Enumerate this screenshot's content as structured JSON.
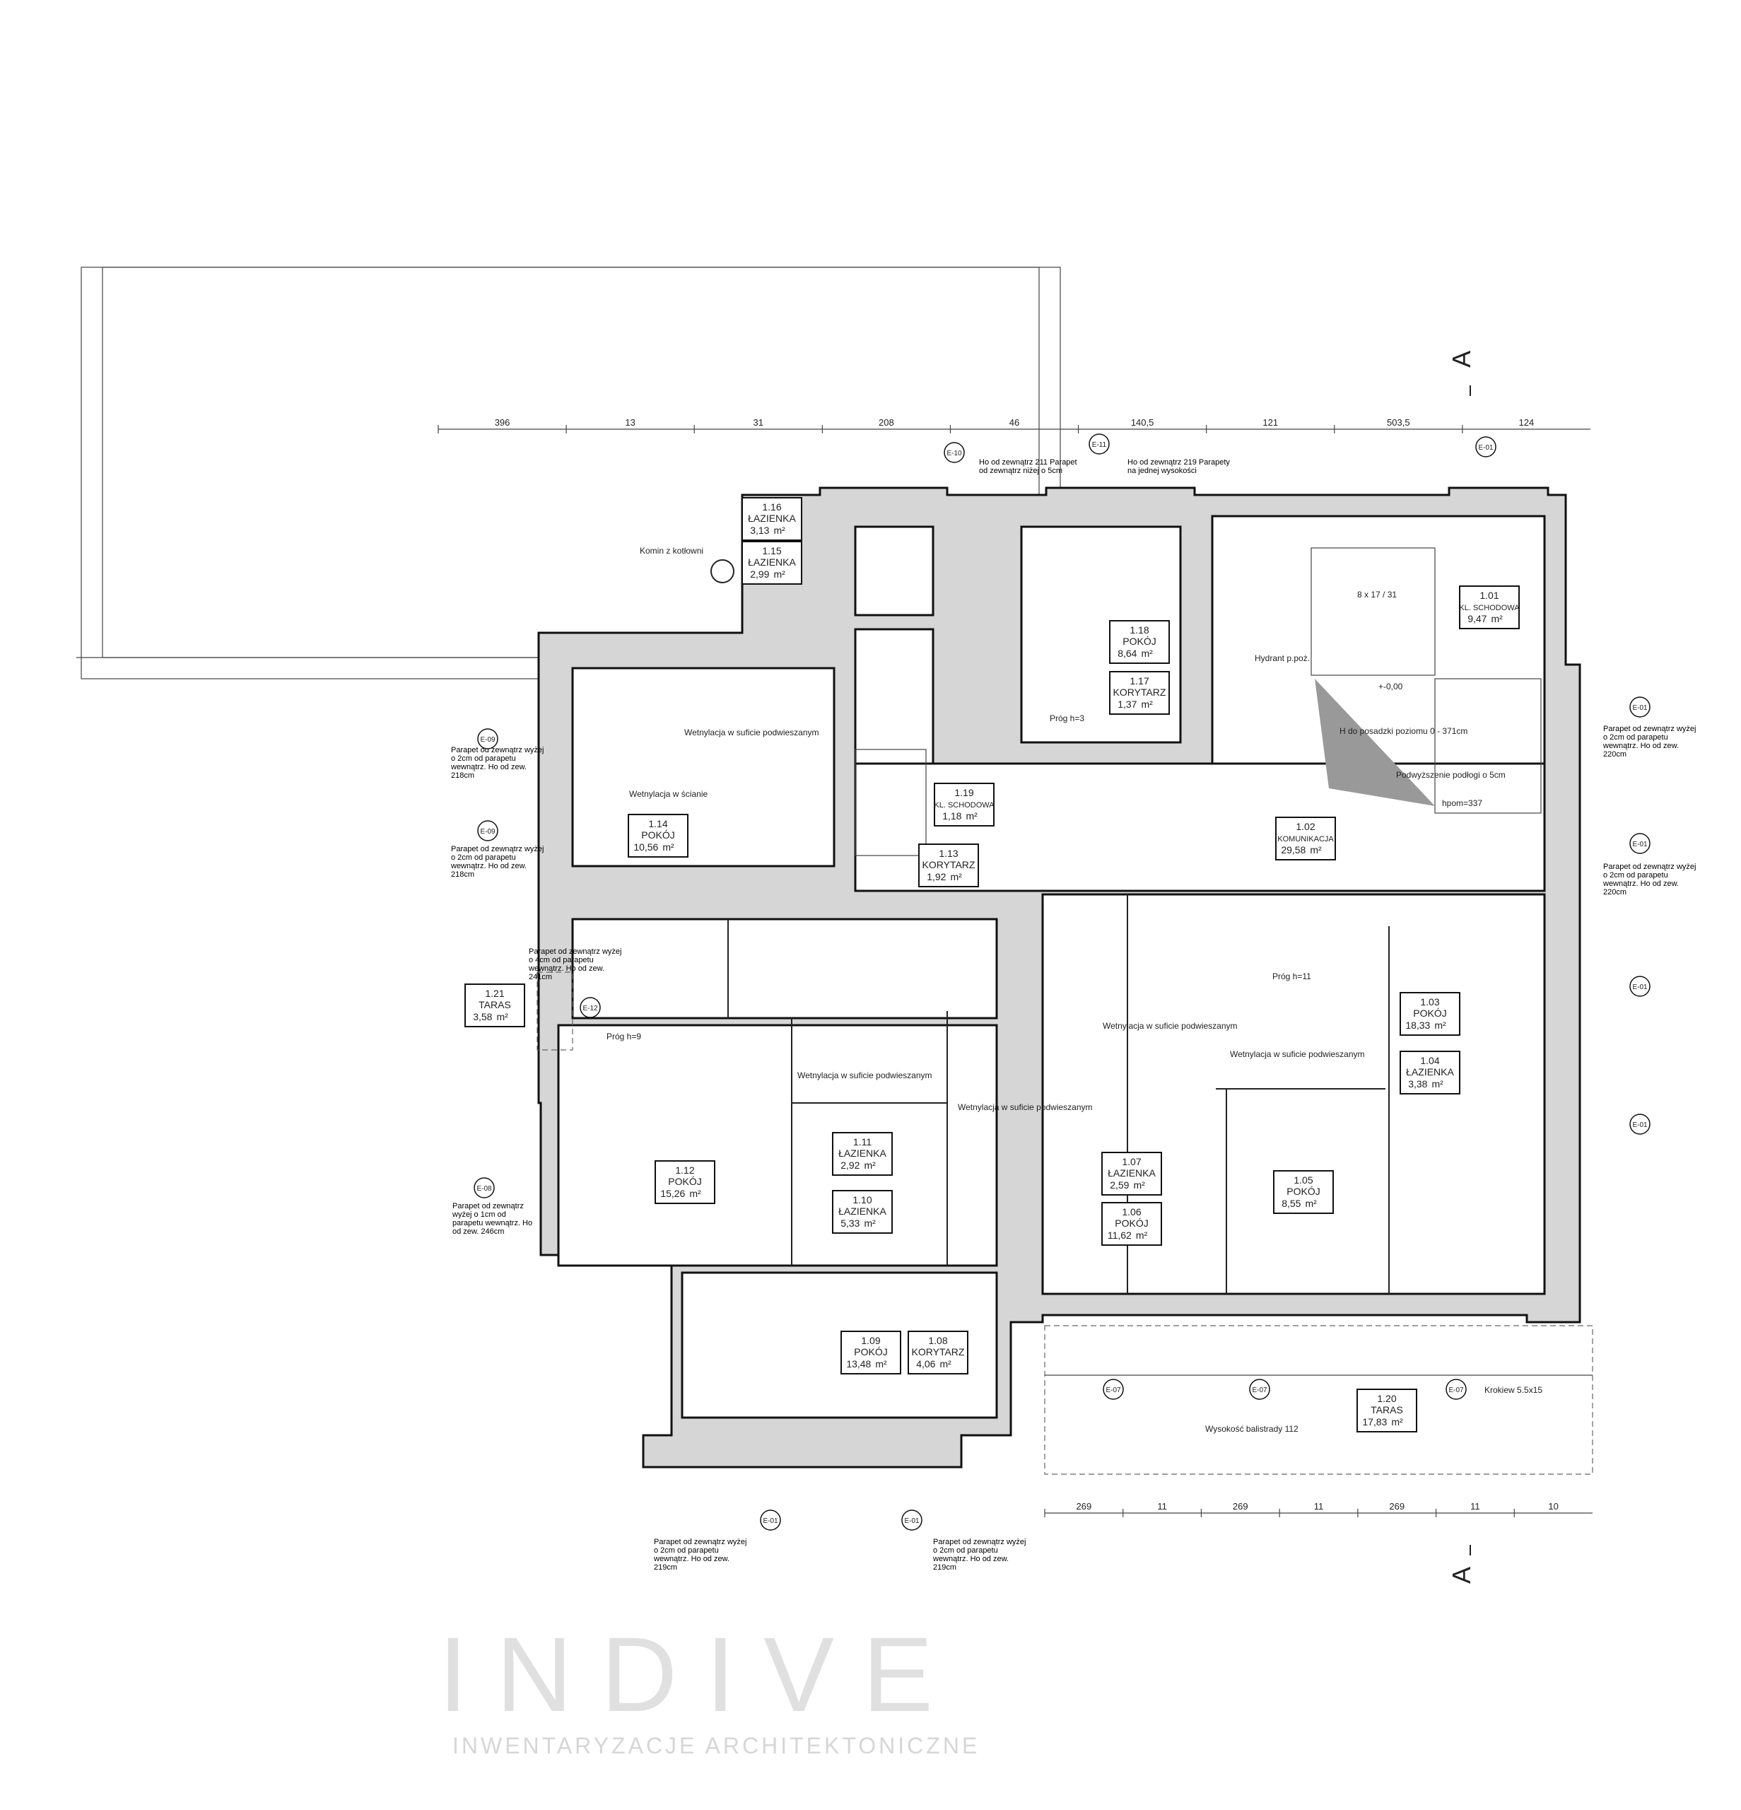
{
  "rooms": [
    {
      "id": "1.16",
      "name": "ŁAZIENKA",
      "area": "3,13",
      "unit": "m²"
    },
    {
      "id": "1.15",
      "name": "ŁAZIENKA",
      "area": "2,99",
      "unit": "m²"
    },
    {
      "id": "1.18",
      "name": "POKÓJ",
      "area": "8,64",
      "unit": "m²"
    },
    {
      "id": "1.17",
      "name": "KORYTARZ",
      "area": "1,37",
      "unit": "m²"
    },
    {
      "id": "1.01",
      "name": "KL. SCHODOWA",
      "area": "9,47",
      "unit": "m²"
    },
    {
      "id": "1.14",
      "name": "POKÓJ",
      "area": "10,56",
      "unit": "m²"
    },
    {
      "id": "1.19",
      "name": "KL. SCHODOWA",
      "area": "1,18",
      "unit": "m²"
    },
    {
      "id": "1.13",
      "name": "KORYTARZ",
      "area": "1,92",
      "unit": "m²"
    },
    {
      "id": "1.02",
      "name": "KOMUNIKACJA",
      "area": "29,58",
      "unit": "m²"
    },
    {
      "id": "1.21",
      "name": "TARAS",
      "area": "3,58",
      "unit": "m²"
    },
    {
      "id": "1.03",
      "name": "POKÓJ",
      "area": "18,33",
      "unit": "m²"
    },
    {
      "id": "1.04",
      "name": "ŁAZIENKA",
      "area": "3,38",
      "unit": "m²"
    },
    {
      "id": "1.11",
      "name": "ŁAZIENKA",
      "area": "2,92",
      "unit": "m²"
    },
    {
      "id": "1.10",
      "name": "ŁAZIENKA",
      "area": "5,33",
      "unit": "m²"
    },
    {
      "id": "1.12",
      "name": "POKÓJ",
      "area": "15,26",
      "unit": "m²"
    },
    {
      "id": "1.07",
      "name": "ŁAZIENKA",
      "area": "2,59",
      "unit": "m²"
    },
    {
      "id": "1.06",
      "name": "POKÓJ",
      "area": "11,62",
      "unit": "m²"
    },
    {
      "id": "1.05",
      "name": "POKÓJ",
      "area": "8,55",
      "unit": "m²"
    },
    {
      "id": "1.09",
      "name": "POKÓJ",
      "area": "13,48",
      "unit": "m²"
    },
    {
      "id": "1.08",
      "name": "KORYTARZ",
      "area": "4,06",
      "unit": "m²"
    },
    {
      "id": "1.20",
      "name": "TARAS",
      "area": "17,83",
      "unit": "m²"
    }
  ],
  "top_dimensions": [
    "396",
    "13",
    "31",
    "208",
    "46",
    "140,5",
    "121",
    "503,5",
    "124"
  ],
  "bottom_dimensions": [
    "269",
    "11",
    "269",
    "11",
    "269",
    "11",
    "10"
  ],
  "section_marks": {
    "top": "A",
    "bottom": "A"
  },
  "window_tags": [
    "E-10",
    "E-11",
    "E-01",
    "E-09",
    "E-09",
    "E-12",
    "E-08",
    "E-01",
    "E-01",
    "E-01",
    "E-01",
    "E-07",
    "E-07",
    "E-07",
    "E-01",
    "E-01"
  ],
  "notes": {
    "chimney": "Komin z kotłowni",
    "hydrant": "Hydrant p.poż.",
    "floor_raise": "Podwyższenie podłogi o 5cm",
    "floor_height": "H do posadzki poziomu 0 - 371cm",
    "level_zero": "+-0,00",
    "balustrade": "Wysokość balistrady 112",
    "rafter": "Krokiew 5.5x15",
    "vent_ceiling": "Wetnylacja w suficie podwieszanym",
    "vent_wall": "Wetnylacja w ścianie",
    "parapet_top1": "Ho od zewnątrz 211 Parapet od zewnątrz niżej o 5cm",
    "parapet_top2": "Ho od zewnątrz 219 Parapety na jednej wysokości",
    "parapet_left": "Parapet od zewnątrz wyżej o 2cm od parapetu wewnątrz. Ho od zew. 218cm",
    "parapet_taras": "Parapet od zewnątrz wyżej o 4cm od parapetu wewnątrz. Ho od zew. 241cm",
    "parapet_e08": "Parapet od zewnątrz wyżej o 1cm od parapetu wewnątrz. Ho od zew. 246cm",
    "parapet_right": "Parapet od zewnątrz wyżej o 2cm od parapetu wewnątrz. Ho od zew. 220cm",
    "parapet_bottom": "Parapet od zewnątrz wyżej o 2cm od parapetu wewnątrz. Ho od zew. 219cm",
    "stairs": "8 x 17 / 31",
    "hpom_comm": "hpom=337",
    "prog": "Próg h=3",
    "prog11": "Próg h=11",
    "prog9": "Próg h=9"
  },
  "watermark": {
    "logo": "INDIVE",
    "subtitle": "INWENTARYZACJE ARCHITEKTONICZNE"
  }
}
